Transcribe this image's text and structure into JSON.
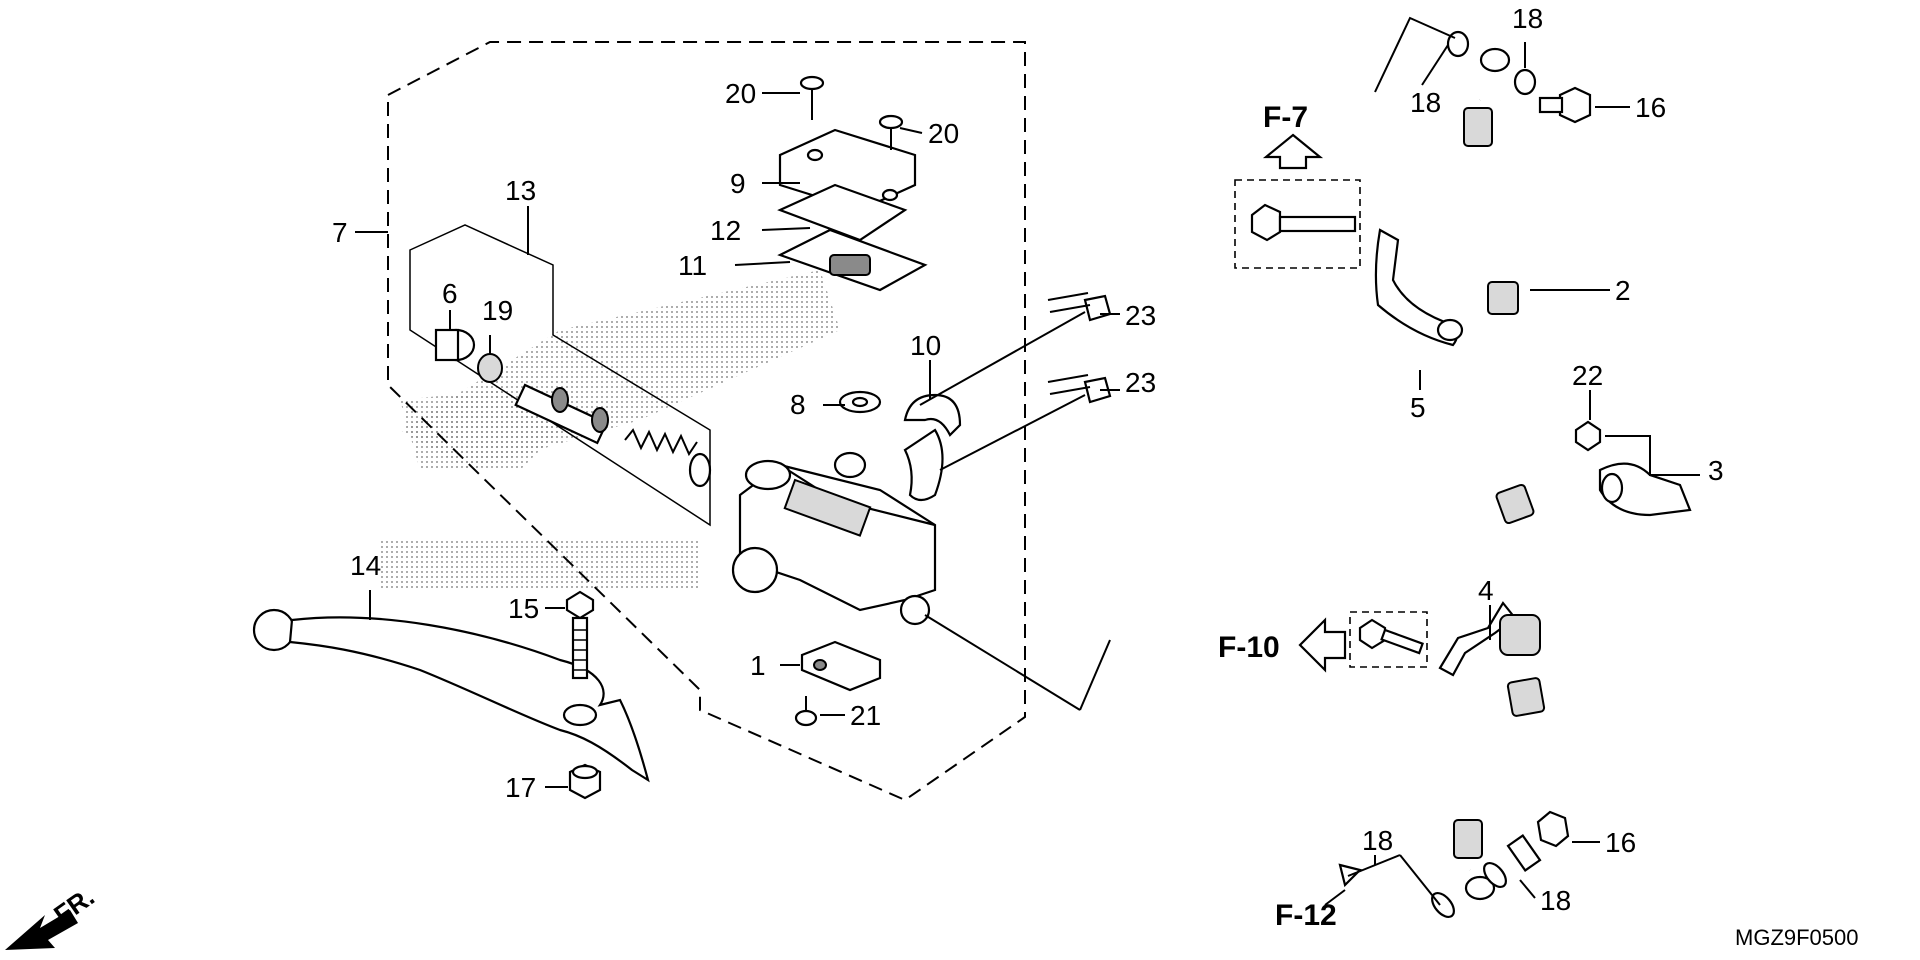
{
  "diagram": {
    "part_code": "MGZ9F0500",
    "direction_label": "FR.",
    "callouts": {
      "c1": "1",
      "c2": "2",
      "c3": "3",
      "c4": "4",
      "c5": "5",
      "c6": "6",
      "c7": "7",
      "c8": "8",
      "c9": "9",
      "c10": "10",
      "c11": "11",
      "c12": "12",
      "c13": "13",
      "c14": "14",
      "c15": "15",
      "c16a": "16",
      "c16b": "16",
      "c17": "17",
      "c18a": "18",
      "c18b": "18",
      "c18c": "18",
      "c18d": "18",
      "c19": "19",
      "c20a": "20",
      "c20b": "20",
      "c21": "21",
      "c22": "22",
      "c23a": "23",
      "c23b": "23"
    },
    "refs": {
      "f7": "F-7",
      "f10": "F-10",
      "f12": "F-12"
    }
  }
}
